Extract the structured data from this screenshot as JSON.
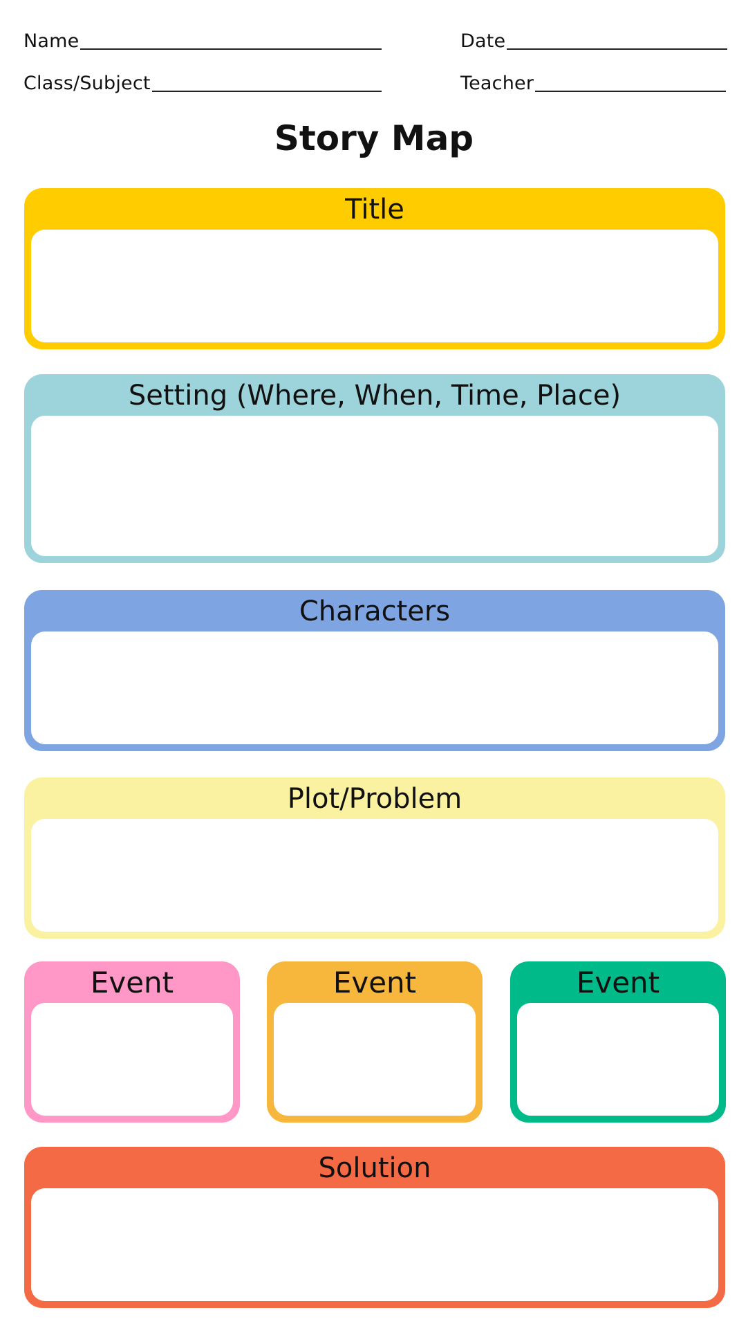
{
  "header": {
    "name_label": "Name",
    "date_label": "Date",
    "class_label": "Class/Subject",
    "teacher_label": "Teacher"
  },
  "page_title": "Story Map",
  "sections": {
    "title": {
      "label": "Title",
      "color": "#FFCC00"
    },
    "setting": {
      "label": "Setting (Where, When, Time, Place)",
      "color": "#9DD3DA"
    },
    "characters": {
      "label": "Characters",
      "color": "#7EA5E1"
    },
    "plot": {
      "label": "Plot/Problem",
      "color": "#FAF2A1"
    },
    "events": [
      {
        "label": "Event",
        "color": "#FF98C6"
      },
      {
        "label": "Event",
        "color": "#F7B73D"
      },
      {
        "label": "Event",
        "color": "#00BA89"
      }
    ],
    "solution": {
      "label": "Solution",
      "color": "#F46A45"
    }
  }
}
